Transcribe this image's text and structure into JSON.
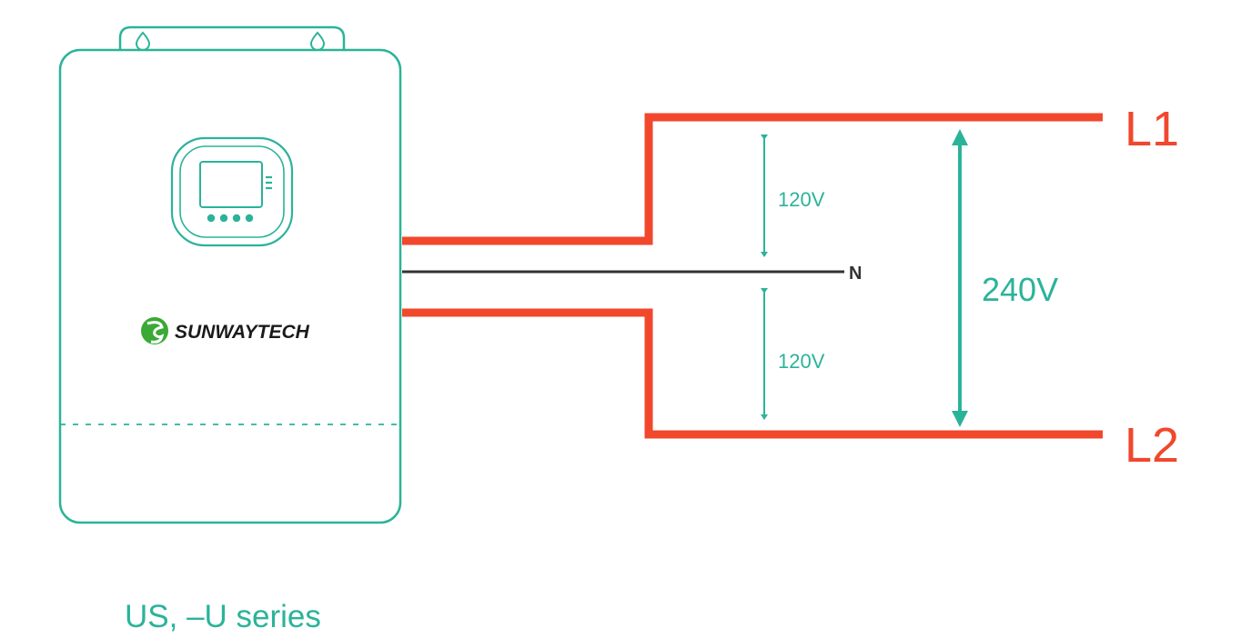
{
  "diagram": {
    "brand": "SUNWAYTECH",
    "caption": "US, –U series",
    "line_labels": {
      "l1": "L1",
      "l2": "L2",
      "n": "N"
    },
    "voltages": {
      "upper_phase": "120V",
      "lower_phase": "120V",
      "line_to_line": "240V"
    },
    "colors": {
      "outline": "#2bb39a",
      "line_conductor": "#f1472d",
      "neutral_conductor": "#333333",
      "logo_green": "#3aa935"
    }
  }
}
